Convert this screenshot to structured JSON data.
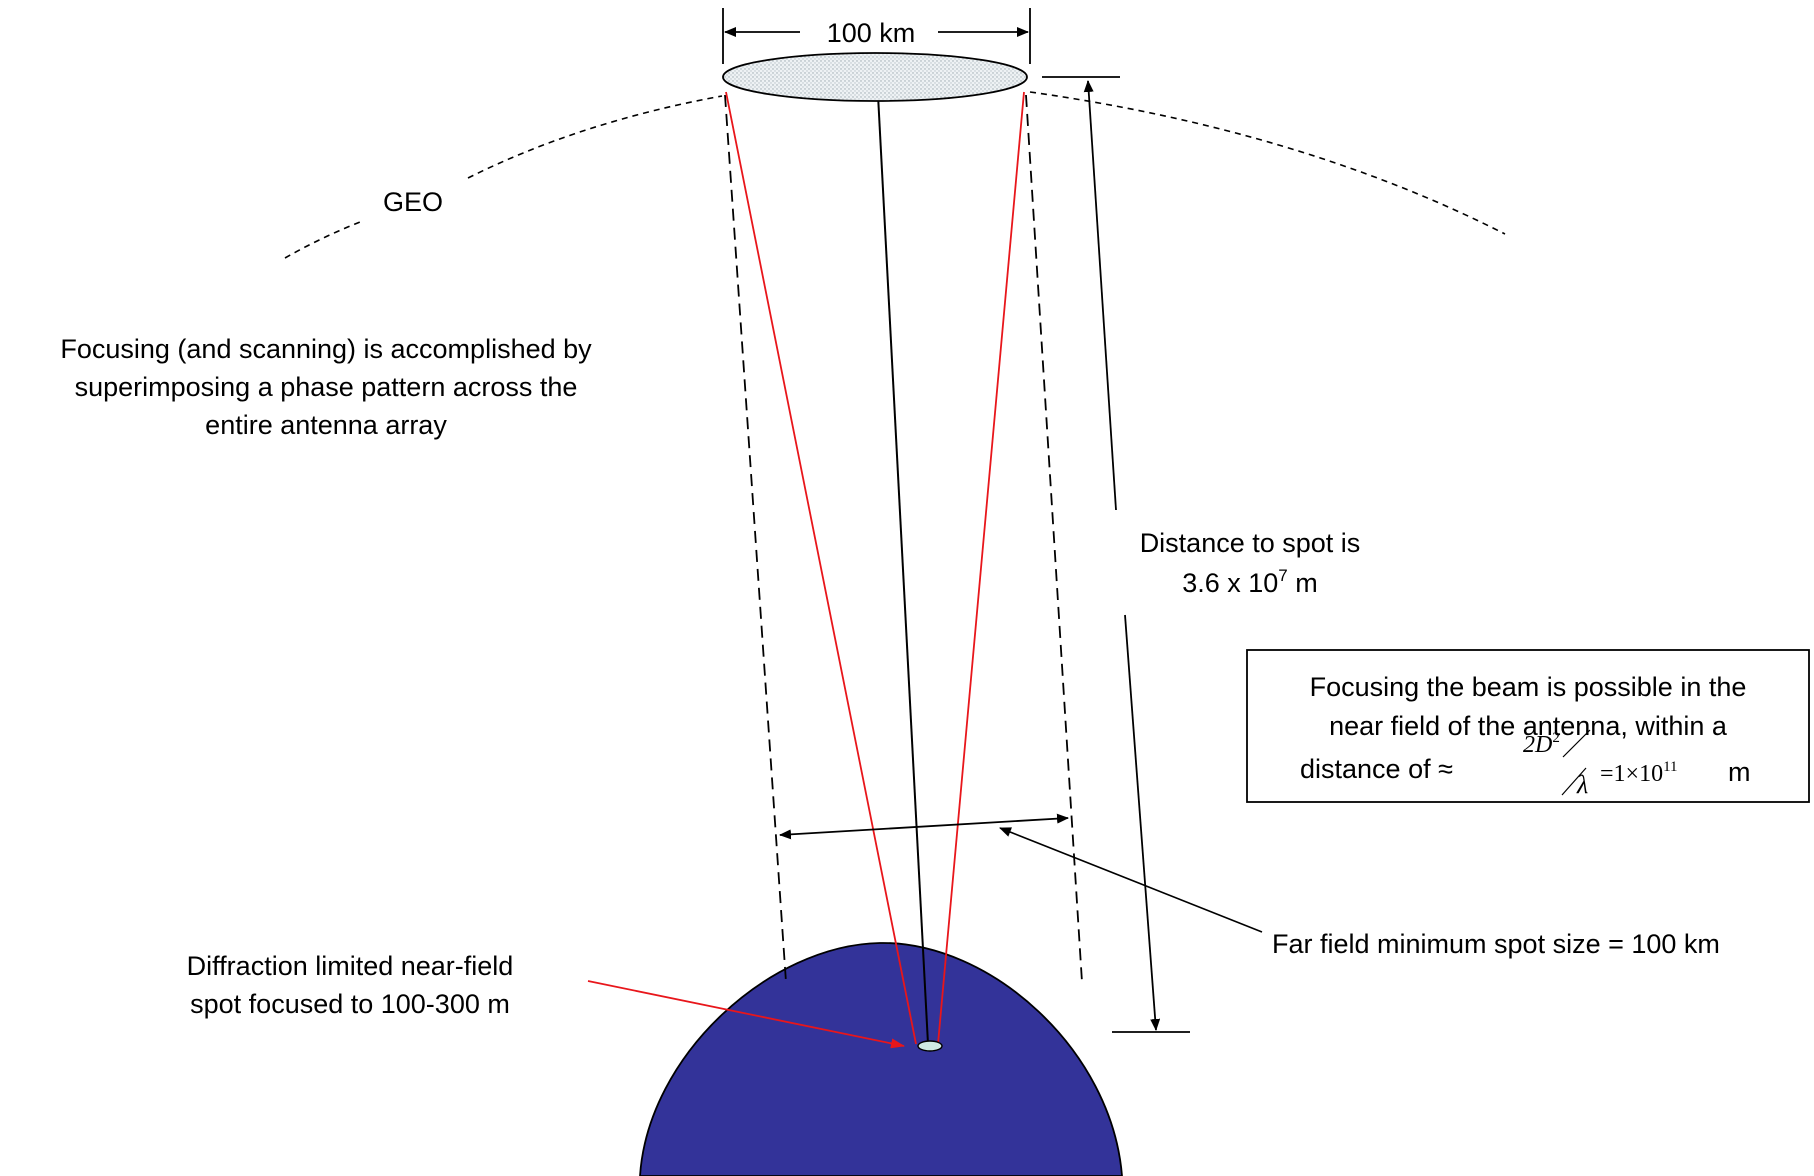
{
  "labels": {
    "aperture_width": "100 km",
    "geo": "GEO",
    "focusing_note": [
      "Focusing (and scanning) is accomplished by",
      "superimposing a phase pattern across the",
      "entire antenna array"
    ],
    "distance_line1": "Distance to spot is",
    "distance_value": "3.6 x 10",
    "distance_exponent": "7",
    "distance_unit": " m",
    "near_field_spot": [
      "Diffraction limited near-field",
      "spot focused to 100-300 m"
    ],
    "far_field_spot": "Far field minimum spot size = 100 km"
  },
  "callout_box": {
    "line1": "Focusing the beam is possible in the",
    "line2": "near field of the antenna, within a",
    "line3_prefix": "distance of ≈",
    "formula_numerator": "2D",
    "formula_numerator_exp": "2",
    "formula_denominator": "λ",
    "formula_rhs": "=1×10",
    "formula_rhs_exp": "11",
    "formula_unit": "m"
  },
  "colors": {
    "earth": "#333399",
    "red_rays": "#e8161b",
    "spot_fill": "#cfe9e2"
  }
}
